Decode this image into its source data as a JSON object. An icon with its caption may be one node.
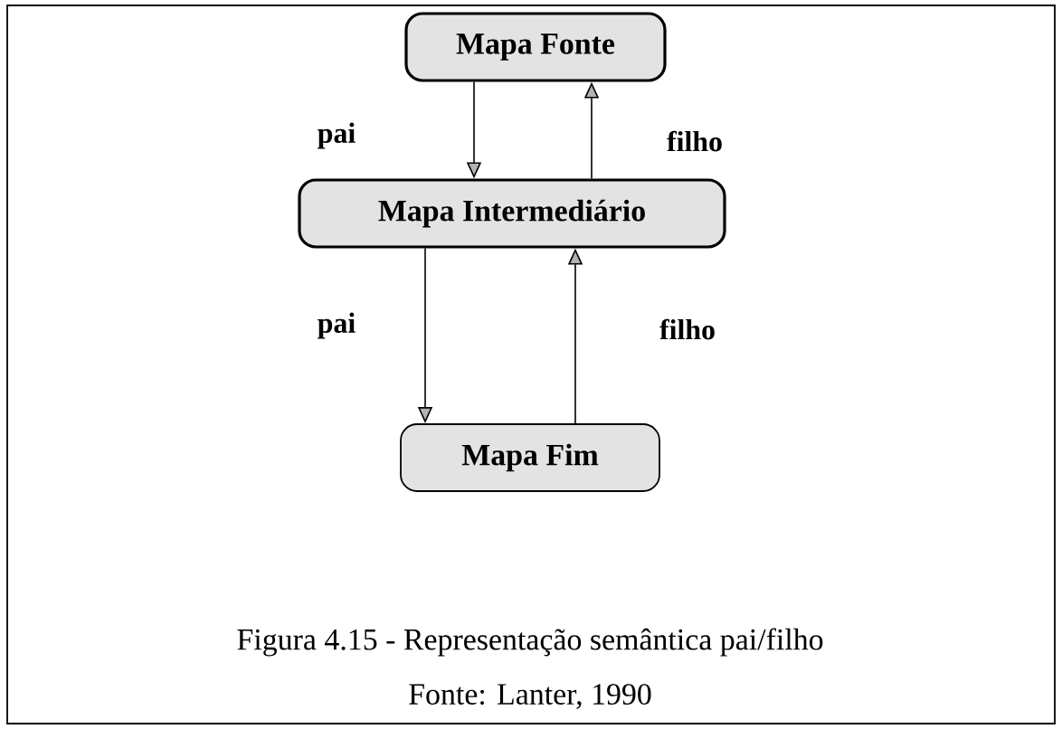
{
  "diagram": {
    "caption": "Figura 4.15 - Representação semântica pai/filho",
    "nodes": [
      {
        "text": [
          "Mapa Fonte"
        ]
      },
      {
        "text": [
          "Mapa Intermediário"
        ]
      },
      {
        "text": [
          "Mapa Fim"
        ]
      }
    ],
    "edges": [
      {
        "from": 0,
        "to": 1,
        "arrow": "to",
        "label": "pai"
      },
      {
        "from": 1,
        "to": 0,
        "arrow": "to",
        "label": "filho"
      },
      {
        "from": 1,
        "to": 2,
        "arrow": "to",
        "label": "pai"
      },
      {
        "from": 2,
        "to": 1,
        "arrow": "to",
        "label": "filho"
      }
    ],
    "labels": [
      "Fonte: Lanter, 1990"
    ]
  }
}
